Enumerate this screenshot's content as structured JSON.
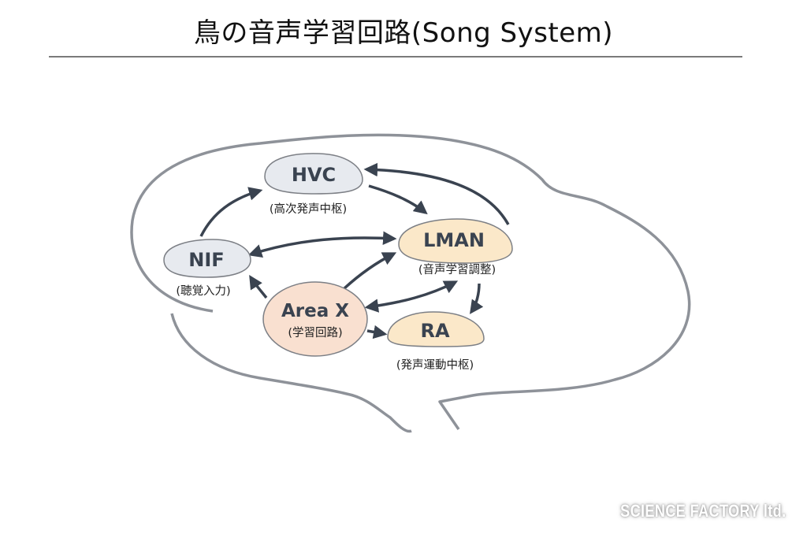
{
  "title": "鳥の音声学習回路(Song System)",
  "colors": {
    "brain_outline": "#8e9299",
    "arrow": "#3a4350",
    "node_gray_fill": "#e7eaef",
    "node_yellow_fill": "#fbe8c9",
    "node_peach_fill": "#f9e0d0",
    "node_stroke": "#7c7f85"
  },
  "nodes": {
    "hvc": {
      "label": "HVC",
      "sublabel": "(高次発声中枢)"
    },
    "nif": {
      "label": "NIF",
      "sublabel": "(聴覚入力)"
    },
    "lman": {
      "label": "LMAN",
      "sublabel": "(音声学習調整)"
    },
    "areax": {
      "label": "Area X",
      "sublabel": "(学習回路)"
    },
    "ra": {
      "label": "RA",
      "sublabel": "(発声運動中枢)"
    }
  },
  "connections": [
    {
      "from": "NIF",
      "to": "HVC",
      "type": "one-way"
    },
    {
      "from": "HVC",
      "to": "LMAN",
      "type": "one-way"
    },
    {
      "from": "LMAN",
      "to": "HVC",
      "type": "one-way"
    },
    {
      "from": "NIF",
      "to": "LMAN",
      "type": "two-way"
    },
    {
      "from": "Area X",
      "to": "NIF",
      "type": "one-way"
    },
    {
      "from": "Area X",
      "to": "LMAN",
      "type": "one-way"
    },
    {
      "from": "Area X",
      "to": "LMAN",
      "type": "two-way"
    },
    {
      "from": "LMAN",
      "to": "RA",
      "type": "one-way"
    },
    {
      "from": "Area X",
      "to": "RA",
      "type": "one-way"
    }
  ],
  "watermark": "SCIENCE FACTORY ltd."
}
